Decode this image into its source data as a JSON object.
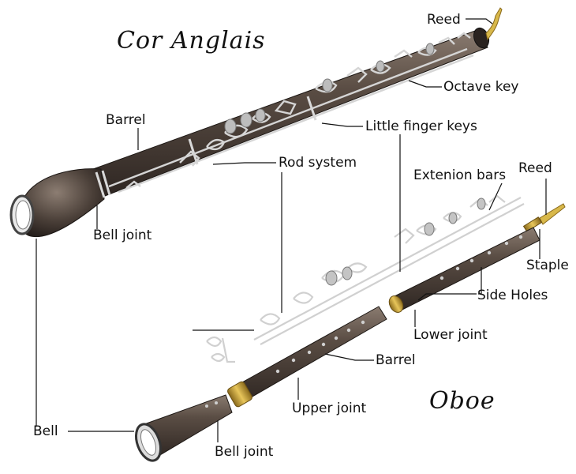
{
  "titles": {
    "cor_anglais": "Cor Anglais",
    "oboe": "Oboe"
  },
  "labels": {
    "reed_top": "Reed",
    "octave_key": "Octave key",
    "barrel_top": "Barrel",
    "little_finger_keys": "Little finger keys",
    "rod_system": "Rod system",
    "extension_bars": "Extenion bars",
    "reed_right": "Reed",
    "bell_joint_top": "Bell joint",
    "staple": "Staple",
    "side_holes": "Side Holes",
    "lower_joint": "Lower joint",
    "barrel_bottom": "Barrel",
    "upper_joint": "Upper joint",
    "bell": "Bell",
    "bell_joint_bottom": "Bell joint"
  },
  "colors": {
    "body_wood": "#4a3f38",
    "body_highlight": "#8a7b70",
    "metal_keys": "#cfcfcf",
    "brass_ring": "#c9a13a",
    "reed_cane": "#d8b84a"
  }
}
